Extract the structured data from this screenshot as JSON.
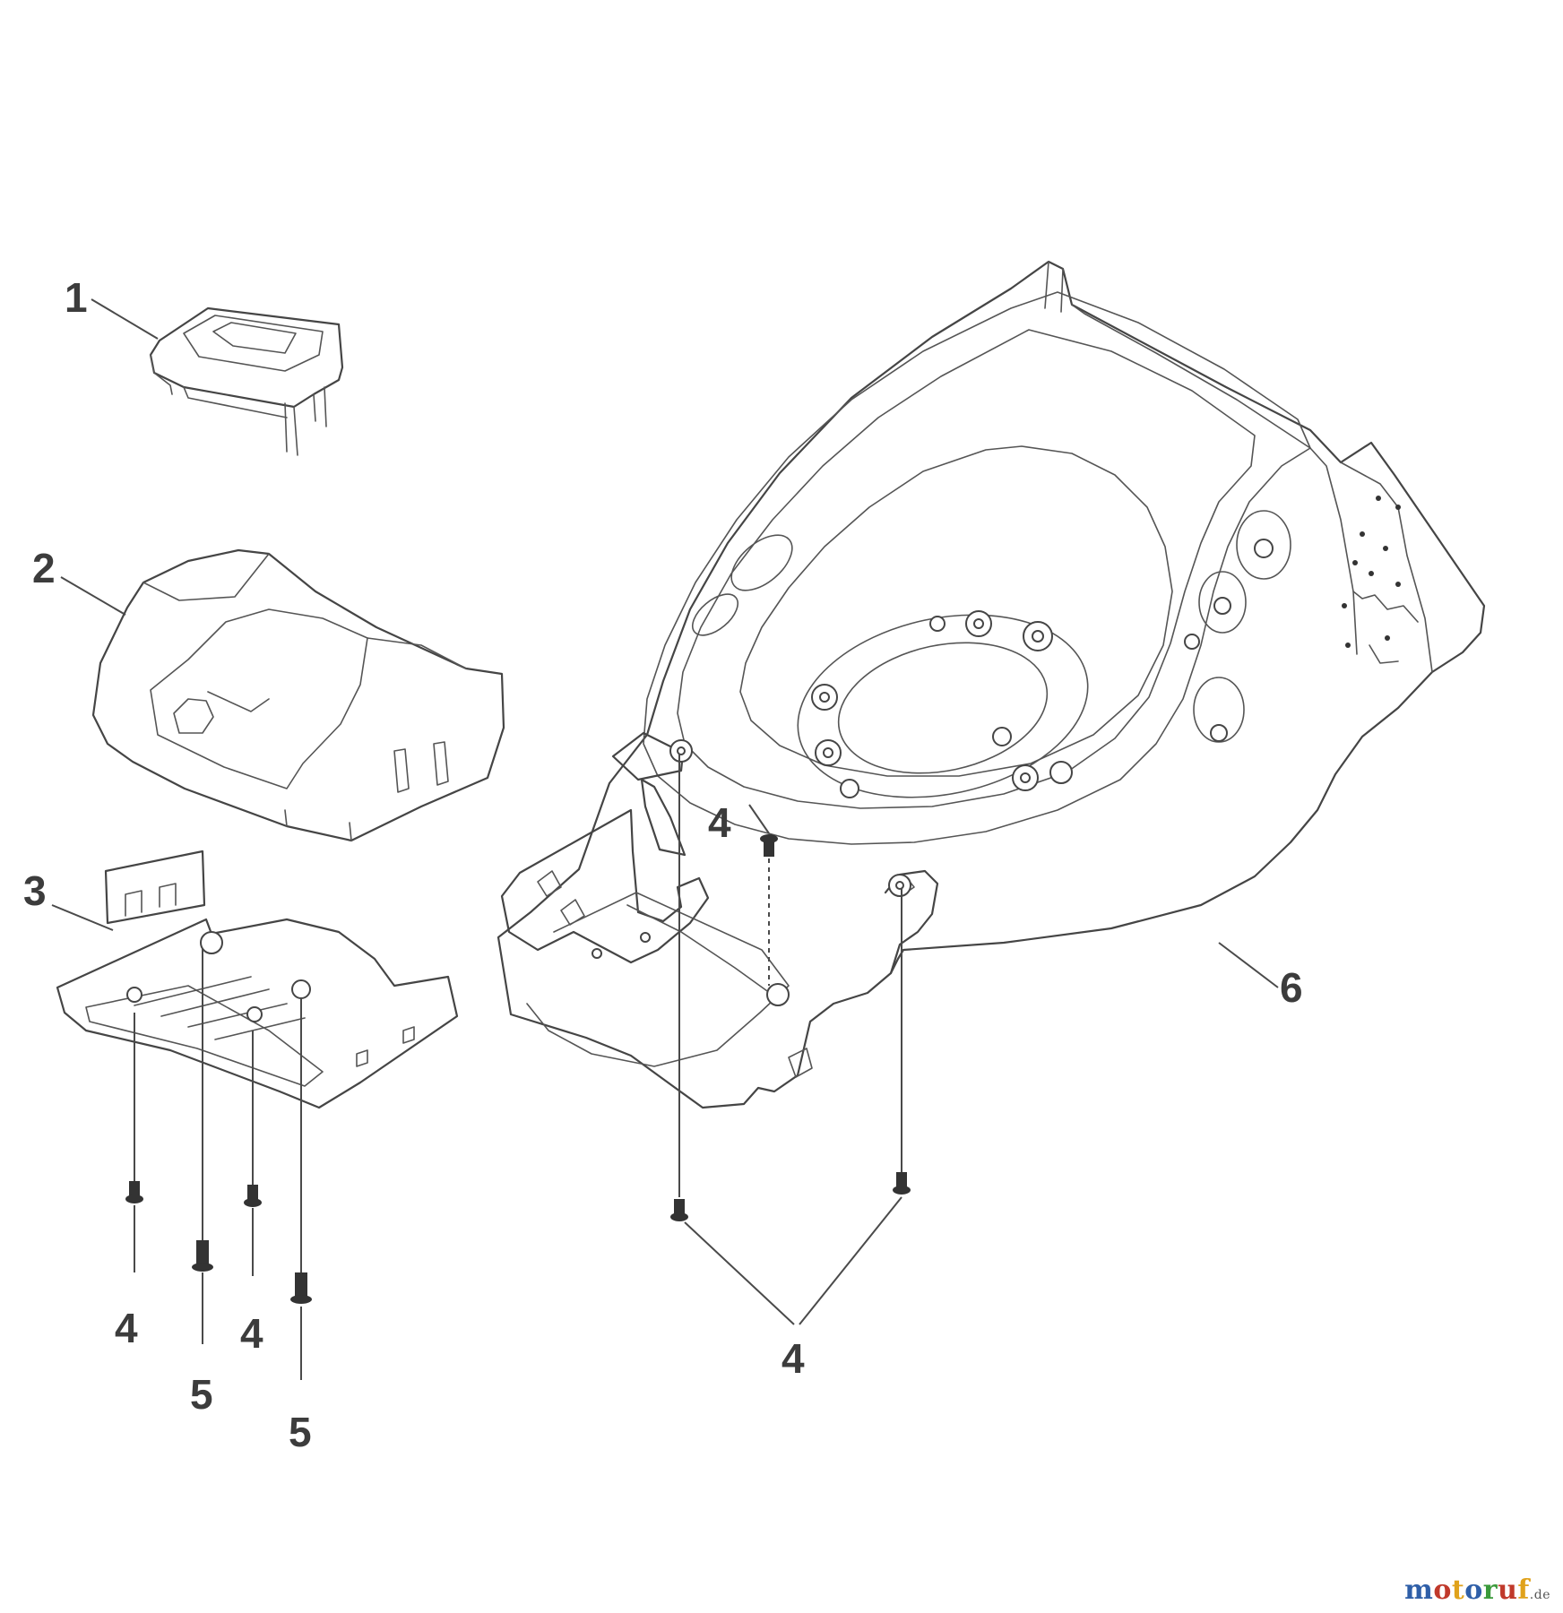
{
  "callouts": {
    "c1": "1",
    "c2": "2",
    "c3": "3",
    "c4a": "4",
    "c4b": "4",
    "c4c": "4",
    "c4d": "4",
    "c5a": "5",
    "c5b": "5",
    "c6": "6"
  },
  "watermark": {
    "letters": [
      "m",
      "o",
      "t",
      "o",
      "r",
      "u",
      "f"
    ],
    "colors": [
      "#2f5fa8",
      "#c0392b",
      "#e0a21b",
      "#2f5fa8",
      "#3a9a3a",
      "#c0392b",
      "#e0a21b"
    ],
    "tld": ".de"
  }
}
